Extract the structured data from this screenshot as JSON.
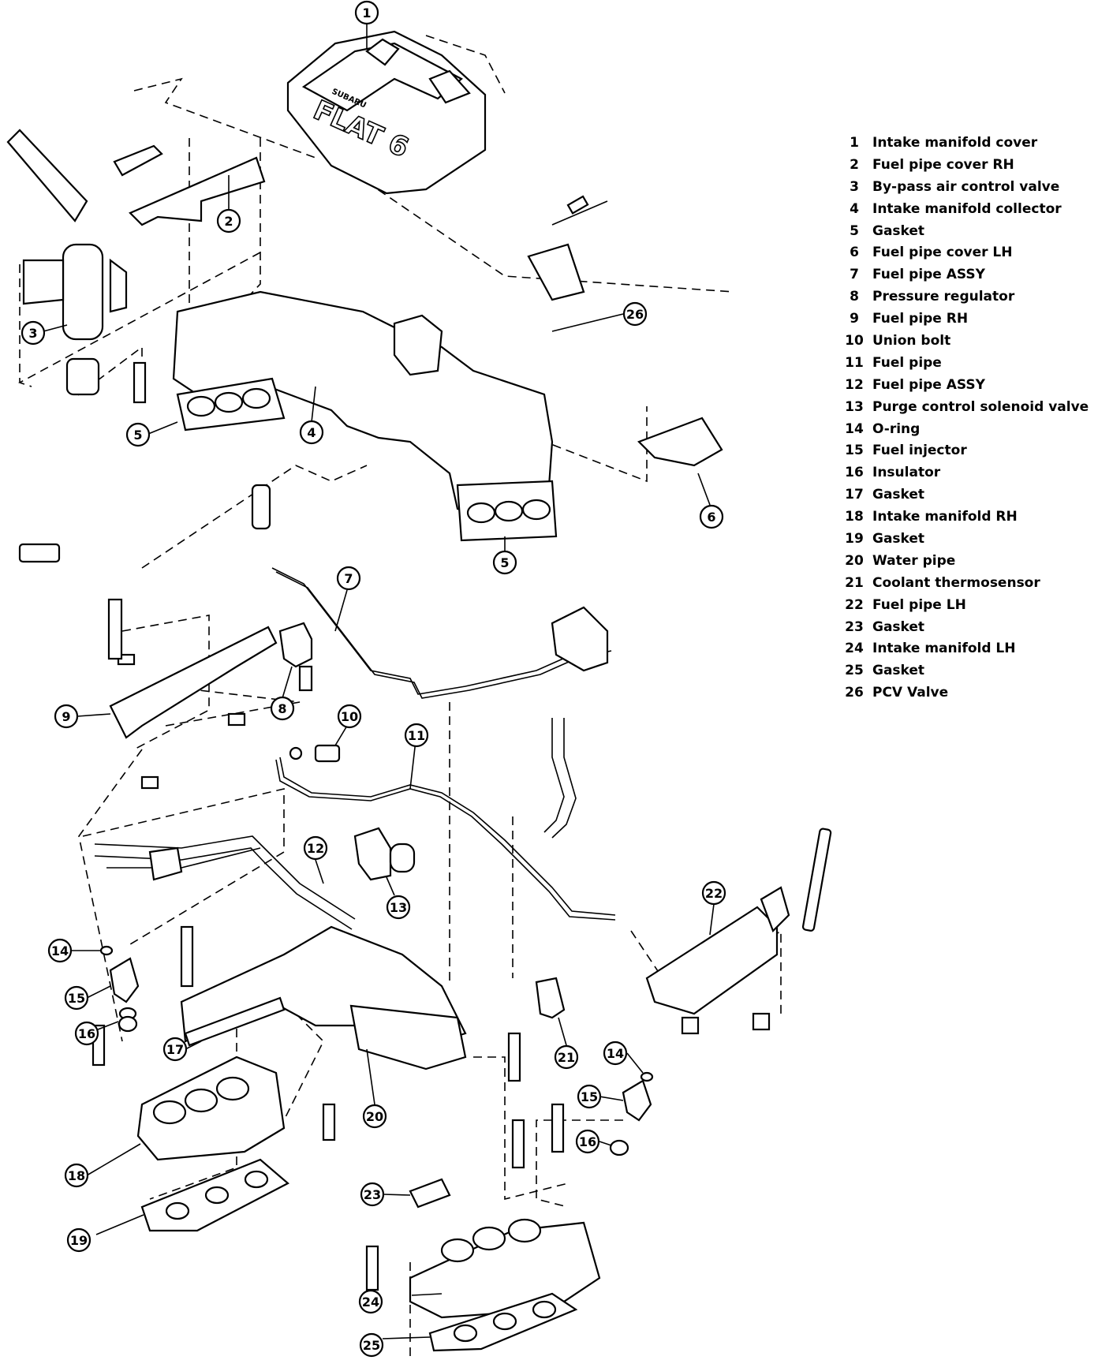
{
  "legend": [
    {
      "num": "1",
      "label": "Intake manifold cover"
    },
    {
      "num": "2",
      "label": "Fuel pipe cover RH"
    },
    {
      "num": "3",
      "label": "By-pass air control valve"
    },
    {
      "num": "4",
      "label": "Intake manifold collector"
    },
    {
      "num": "5",
      "label": "Gasket"
    },
    {
      "num": "6",
      "label": "Fuel pipe cover LH"
    },
    {
      "num": "7",
      "label": "Fuel pipe ASSY"
    },
    {
      "num": "8",
      "label": "Pressure regulator"
    },
    {
      "num": "9",
      "label": "Fuel pipe RH"
    },
    {
      "num": "10",
      "label": "Union bolt"
    },
    {
      "num": "11",
      "label": "Fuel pipe"
    },
    {
      "num": "12",
      "label": "Fuel pipe ASSY"
    },
    {
      "num": "13",
      "label": "Purge control solenoid valve"
    },
    {
      "num": "14",
      "label": "O-ring"
    },
    {
      "num": "15",
      "label": "Fuel injector"
    },
    {
      "num": "16",
      "label": "Insulator"
    },
    {
      "num": "17",
      "label": "Gasket"
    },
    {
      "num": "18",
      "label": "Intake manifold RH"
    },
    {
      "num": "19",
      "label": "Gasket"
    },
    {
      "num": "20",
      "label": "Water pipe"
    },
    {
      "num": "21",
      "label": "Coolant thermosensor"
    },
    {
      "num": "22",
      "label": "Fuel pipe LH"
    },
    {
      "num": "23",
      "label": "Gasket"
    },
    {
      "num": "24",
      "label": "Intake manifold LH"
    },
    {
      "num": "25",
      "label": "Gasket"
    },
    {
      "num": "26",
      "label": "PCV Valve"
    }
  ],
  "cover_lettering": {
    "brand": "SUBARU",
    "model": "FLAT 6"
  },
  "callouts": [
    "1",
    "2",
    "3",
    "4",
    "5",
    "5",
    "6",
    "7",
    "8",
    "9",
    "10",
    "11",
    "12",
    "13",
    "14",
    "14",
    "15",
    "15",
    "16",
    "16",
    "17",
    "18",
    "19",
    "20",
    "21",
    "22",
    "23",
    "24",
    "25",
    "26"
  ]
}
